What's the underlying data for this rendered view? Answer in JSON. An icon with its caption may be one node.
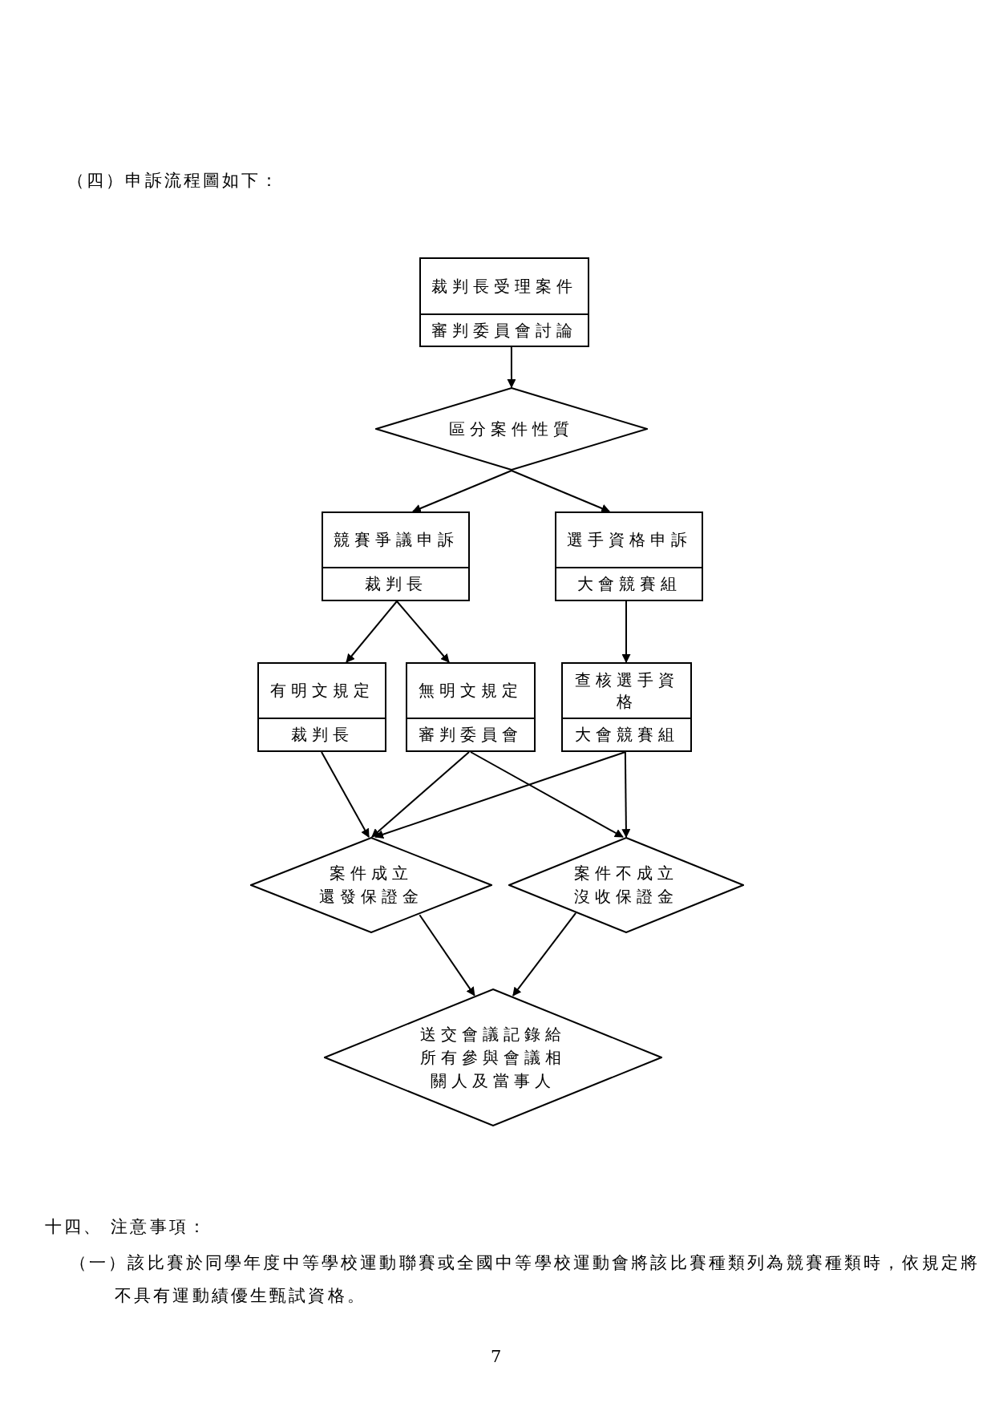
{
  "diagram": {
    "nodes": [
      {
        "text": [
          "裁判長受理案件",
          "審判委員會討論"
        ]
      },
      {
        "text": [
          "區分案件性質"
        ]
      },
      {
        "text": [
          "競賽爭議申訴",
          "裁判長"
        ]
      },
      {
        "text": [
          "選手資格申訴",
          "大會競賽組"
        ]
      },
      {
        "text": [
          "有明文規定",
          "裁判長"
        ]
      },
      {
        "text": [
          "無明文規定",
          "審判委員會"
        ]
      },
      {
        "text": [
          "查核選手資格",
          "大會競賽組"
        ]
      },
      {
        "text": [
          "案件成立還發保證金"
        ]
      },
      {
        "text": [
          "案件不成立沒收保證金"
        ]
      },
      {
        "text": [
          "送交會議記錄給所有參與會議相關人及當事人"
        ]
      }
    ],
    "edges": [
      {
        "from": 0,
        "to": 1,
        "arrow": "to"
      },
      {
        "from": 1,
        "to": 2,
        "arrow": "to"
      },
      {
        "from": 1,
        "to": 3,
        "arrow": "to"
      },
      {
        "from": 2,
        "to": 4,
        "arrow": "to"
      },
      {
        "from": 2,
        "to": 5,
        "arrow": "to"
      },
      {
        "from": 3,
        "to": 6,
        "arrow": "to"
      },
      {
        "from": 4,
        "to": 7,
        "arrow": "to"
      },
      {
        "from": 5,
        "to": 7,
        "arrow": "to"
      },
      {
        "from": 6,
        "to": 7,
        "arrow": "to"
      },
      {
        "from": 5,
        "to": 8,
        "arrow": "to"
      },
      {
        "from": 6,
        "to": 8,
        "arrow": "to"
      },
      {
        "from": 7,
        "to": 9,
        "arrow": "to"
      },
      {
        "from": 8,
        "to": 9,
        "arrow": "to"
      }
    ],
    "labels": [
      "（四）申訴流程圖如下：",
      "十四、 注意事項：",
      "（一）該比賽於同學年度中等學校運動聯賽或全國中等學校運動會將該比賽種類列為競賽種類時，依規定將不具有運動績優生甄試資格。",
      "7"
    ]
  }
}
